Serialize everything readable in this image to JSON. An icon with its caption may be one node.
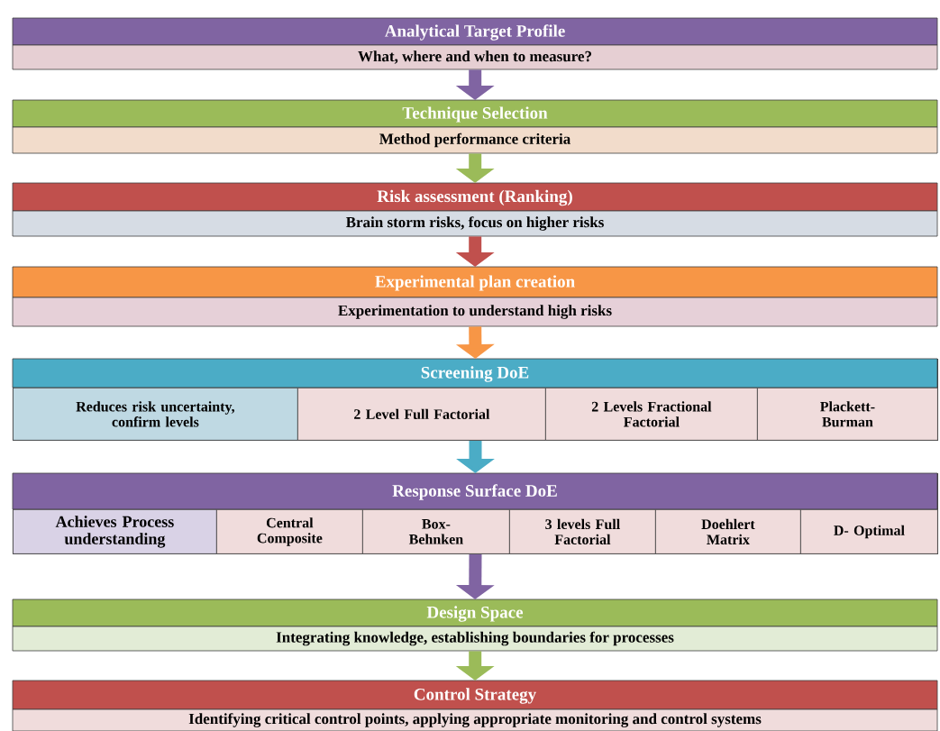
{
  "diagram": {
    "nodes": [
      {
        "text": [
          "Analytical Target Profile",
          "What, where and when to measure?"
        ]
      },
      {
        "text": [
          "Technique Selection",
          "Method performance criteria"
        ]
      },
      {
        "text": [
          "Risk assessment (Ranking)",
          "Brain storm risks, focus on higher risks"
        ]
      },
      {
        "text": [
          "Experimental plan creation",
          "Experimentation to understand high risks"
        ]
      },
      {
        "text": [
          "Screening DoE"
        ]
      },
      {
        "text": [
          "Reduces risk uncertainty, confirm levels"
        ],
        "in": 4
      },
      {
        "text": [
          "2 Level Full Factorial"
        ],
        "in": 4
      },
      {
        "text": [
          "2 Levels Fractional Factorial"
        ],
        "in": 4
      },
      {
        "text": [
          "Plackett-Burman"
        ],
        "in": 4
      },
      {
        "text": [
          "Response Surface DoE"
        ]
      },
      {
        "text": [
          "Achieves Process understanding"
        ],
        "in": 9
      },
      {
        "text": [
          "Central Composite"
        ],
        "in": 9
      },
      {
        "text": [
          "Box-Behnken"
        ],
        "in": 9
      },
      {
        "text": [
          "3 levels Full Factorial"
        ],
        "in": 9
      },
      {
        "text": [
          "Doehlert Matrix"
        ],
        "in": 9
      },
      {
        "text": [
          "D- Optimal"
        ],
        "in": 9
      },
      {
        "text": [
          "Design Space",
          "Integrating knowledge, establishing boundaries for processes"
        ]
      },
      {
        "text": [
          "Control Strategy",
          "Identifying critical control points, applying appropriate monitoring and control systems"
        ]
      }
    ],
    "edges": [
      {
        "from": 0,
        "to": 1,
        "arrow": "to",
        "color": "#8064a2"
      },
      {
        "from": 1,
        "to": 2,
        "arrow": "to",
        "color": "#9bbb59"
      },
      {
        "from": 2,
        "to": 3,
        "arrow": "to",
        "color": "#c0504d"
      },
      {
        "from": 3,
        "to": 4,
        "arrow": "to",
        "color": "#f79646"
      },
      {
        "from": 4,
        "to": 9,
        "arrow": "to",
        "color": "#4bacc6"
      },
      {
        "from": 9,
        "to": 16,
        "arrow": "to",
        "color": "#8064a2"
      },
      {
        "from": 16,
        "to": 17,
        "arrow": "to",
        "color": "#9bbb59"
      }
    ]
  }
}
